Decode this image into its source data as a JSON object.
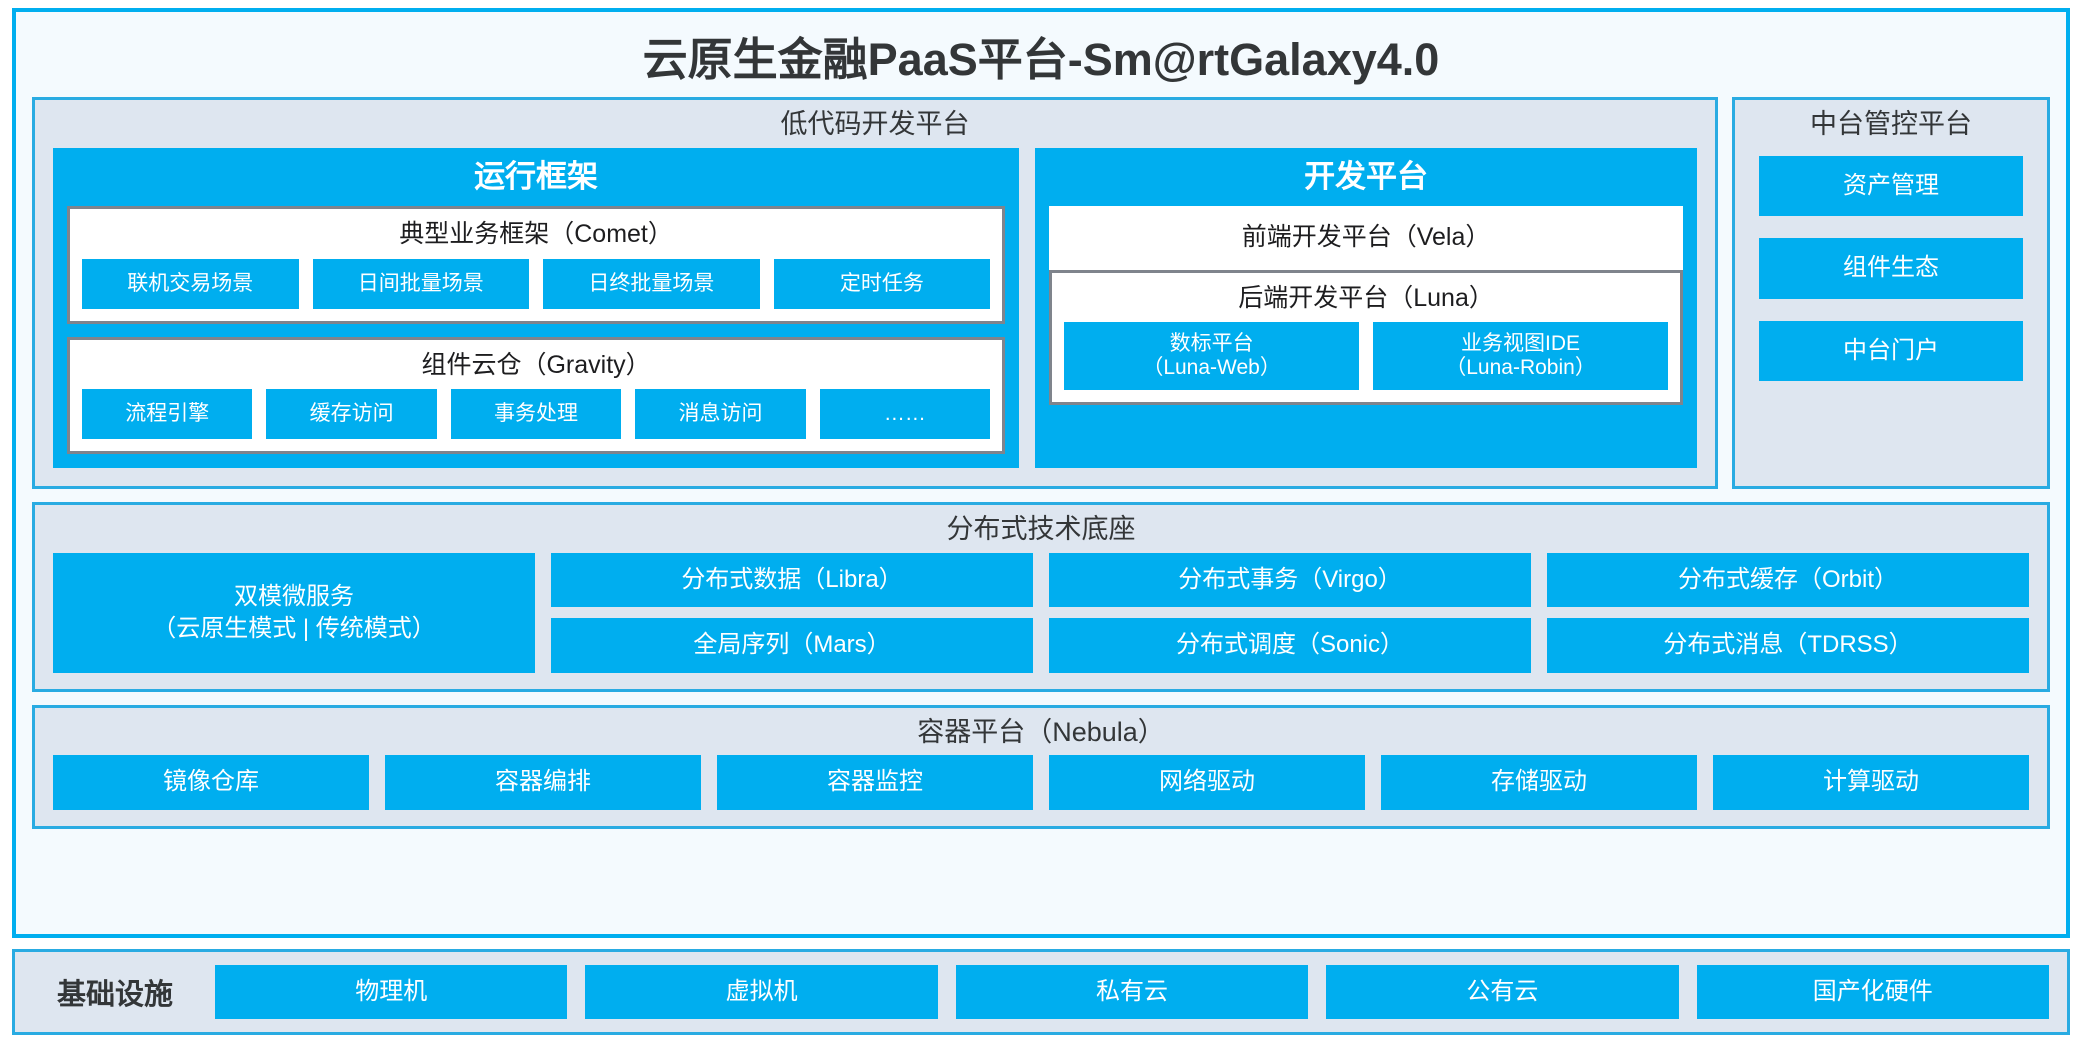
{
  "title": "云原生金融PaaS平台-Sm@rtGalaxy4.0",
  "colors": {
    "accent": "#00AEEF",
    "panel_border": "#29ABE2",
    "panel_bg": "#DEE6F0",
    "inner_border": "#7F848C",
    "text_dark": "#333638",
    "frame_bg": "#F4FAFE"
  },
  "lowcode": {
    "title": "低代码开发平台",
    "runtime": {
      "title": "运行框架",
      "comet": {
        "title": "典型业务框架（Comet）",
        "chips": [
          "联机交易场景",
          "日间批量场景",
          "日终批量场景",
          "定时任务"
        ]
      },
      "gravity": {
        "title": "组件云仓（Gravity）",
        "chips": [
          "流程引擎",
          "缓存访问",
          "事务处理",
          "消息访问",
          "……"
        ]
      }
    },
    "devplatform": {
      "title": "开发平台",
      "frontend": "前端开发平台（Vela）",
      "backend": {
        "title": "后端开发平台（Luna）",
        "chips": [
          {
            "name": "数标平台",
            "code": "（Luna-Web）"
          },
          {
            "name": "业务视图IDE",
            "code": "（Luna-Robin）"
          }
        ]
      }
    }
  },
  "management": {
    "title": "中台管控平台",
    "items": [
      "资产管理",
      "组件生态",
      "中台门户"
    ]
  },
  "distributed": {
    "title": "分布式技术底座",
    "microservice": {
      "line1": "双模微服务",
      "line2": "（云原生模式 | 传统模式）"
    },
    "columns": [
      [
        "分布式数据（Libra）",
        "全局序列（Mars）"
      ],
      [
        "分布式事务（Virgo）",
        "分布式调度（Sonic）"
      ],
      [
        "分布式缓存（Orbit）",
        "分布式消息（TDRSS）"
      ]
    ]
  },
  "container": {
    "title": "容器平台（Nebula）",
    "items": [
      "镜像仓库",
      "容器编排",
      "容器监控",
      "网络驱动",
      "存储驱动",
      "计算驱动"
    ]
  },
  "infrastructure": {
    "label": "基础设施",
    "items": [
      "物理机",
      "虚拟机",
      "私有云",
      "公有云",
      "国产化硬件"
    ]
  }
}
